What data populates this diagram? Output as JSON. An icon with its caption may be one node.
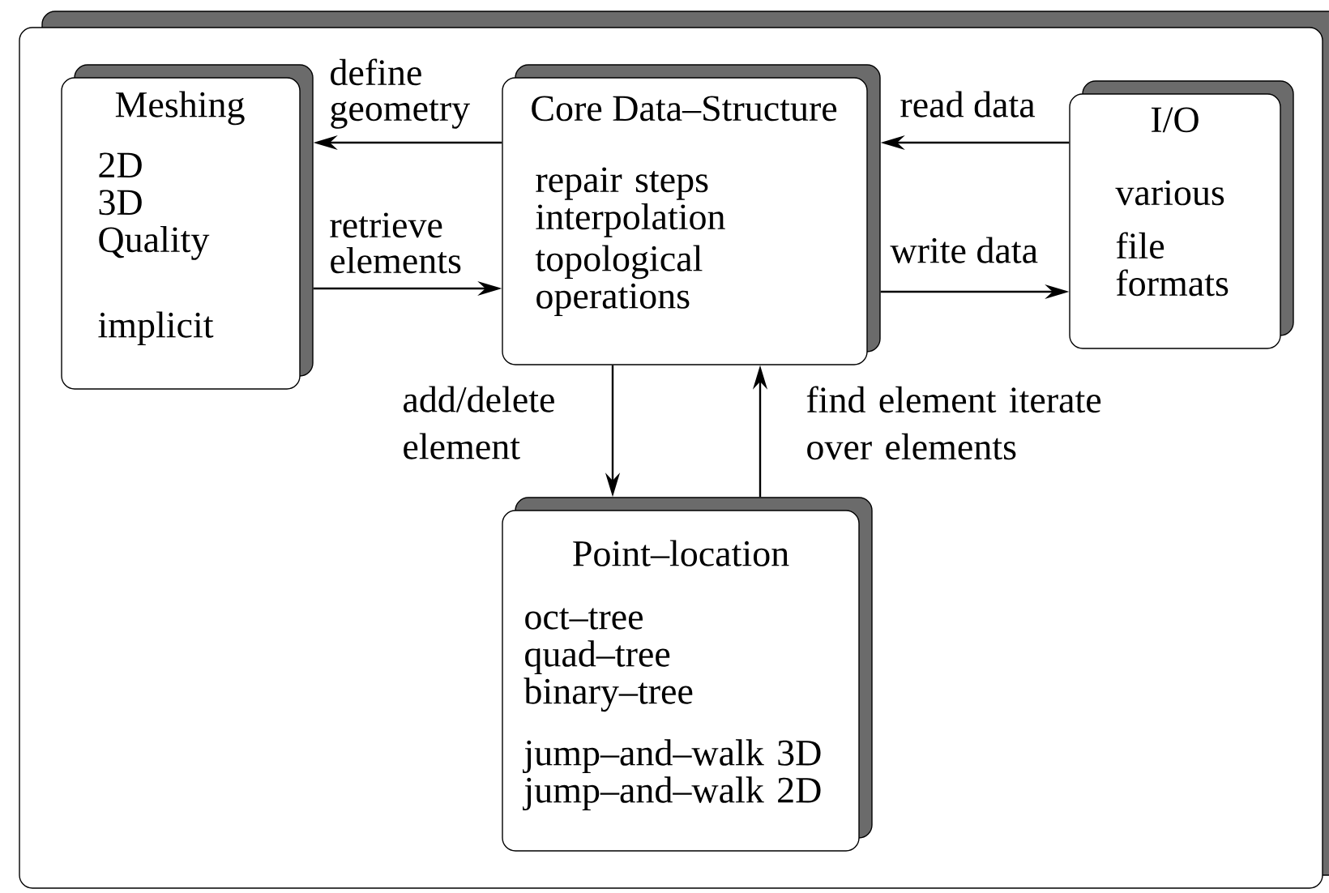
{
  "diagram": {
    "nodes": [
      {
        "text": [
          "Meshing",
          "2D 3D Quality",
          "implicit"
        ]
      },
      {
        "text": [
          "Core Data–Structure",
          "repair steps interpolation",
          "topological operations"
        ]
      },
      {
        "text": [
          "I/O",
          "various",
          "file formats"
        ]
      },
      {
        "text": [
          "Point–location",
          "oct–tree quad–tree binary–tree",
          "jump–and–walk 3D jump–and–walk 2D"
        ]
      }
    ],
    "edges": [
      {
        "from": 1,
        "to": 0,
        "arrow": "to",
        "label": "define geometry"
      },
      {
        "from": 0,
        "to": 1,
        "arrow": "to",
        "label": "retrieve elements"
      },
      {
        "from": 2,
        "to": 1,
        "arrow": "to",
        "label": "read data"
      },
      {
        "from": 1,
        "to": 2,
        "arrow": "to",
        "label": "write data"
      },
      {
        "from": 1,
        "to": 3,
        "arrow": "to",
        "label": "add/delete element"
      },
      {
        "from": 3,
        "to": 1,
        "arrow": "to",
        "label": "find element iterate over elements"
      }
    ]
  }
}
